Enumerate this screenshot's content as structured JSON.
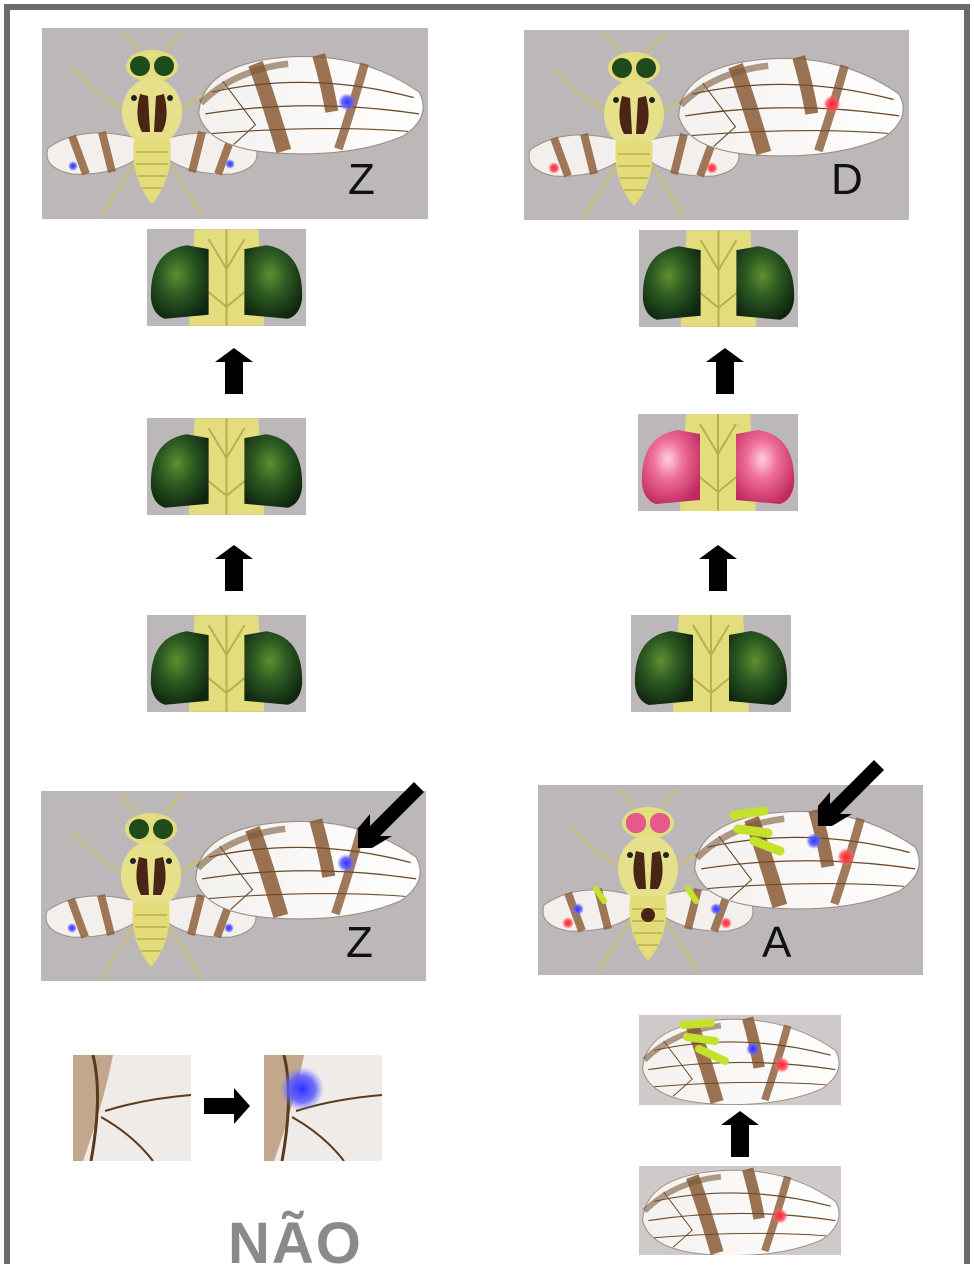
{
  "panels": {
    "top_left_label": "Z",
    "top_right_label": "D",
    "mid_left_label": "Z",
    "mid_right_label": "A"
  },
  "bottom_text": "NÃO",
  "colors": {
    "background_panel": "#bcb7b8",
    "eye_green": "#1f4a1c",
    "eye_pink": "#e8588a",
    "blue_spot": "#3a3aff",
    "red_spot": "#ff2e3b",
    "lime_marks": "#c4e22a",
    "thorax_yellow": "#e6e08a",
    "frame": "#6b6b6b"
  },
  "icons": [
    "fly-illustration",
    "head-eyes-icon",
    "wing-illustration",
    "arrow-up-icon",
    "arrow-right-icon",
    "arrow-diagonal-icon"
  ]
}
